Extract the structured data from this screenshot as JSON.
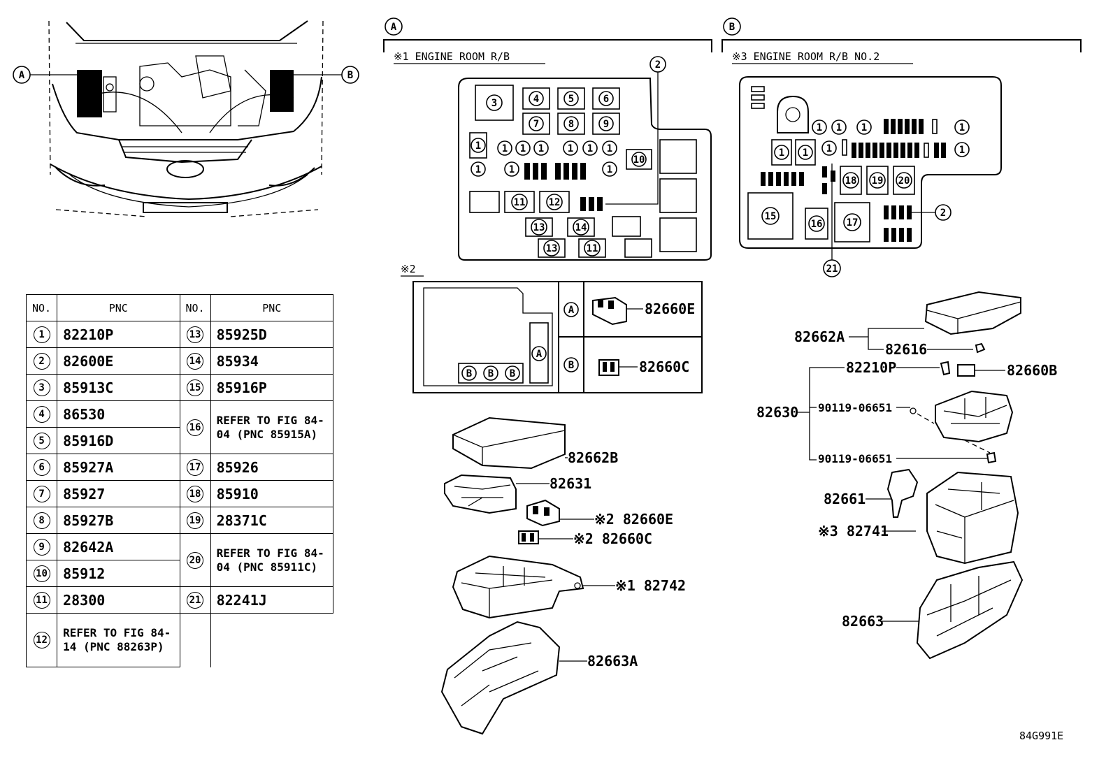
{
  "figure_code": "84G991E",
  "callouts": {
    "a": "A",
    "b": "B",
    "b_small": "B"
  },
  "section_a": {
    "letter": "A",
    "title": "※1 ENGINE ROOM R/B"
  },
  "section_b": {
    "letter": "B",
    "title": "※3 ENGINE ROOM R/B NO.2"
  },
  "note2": {
    "mark": "※2"
  },
  "table": {
    "headers": {
      "no": "NO.",
      "pnc": "PNC"
    },
    "left": [
      {
        "no": "1",
        "pnc": "82210P"
      },
      {
        "no": "2",
        "pnc": "82600E"
      },
      {
        "no": "3",
        "pnc": "85913C"
      },
      {
        "no": "4",
        "pnc": "86530"
      },
      {
        "no": "5",
        "pnc": "85916D"
      },
      {
        "no": "6",
        "pnc": "85927A"
      },
      {
        "no": "7",
        "pnc": "85927"
      },
      {
        "no": "8",
        "pnc": "85927B"
      },
      {
        "no": "9",
        "pnc": "82642A"
      },
      {
        "no": "10",
        "pnc": "85912"
      },
      {
        "no": "11",
        "pnc": "28300"
      },
      {
        "no": "12",
        "pnc": "REFER TO FIG 84-14 (PNC 88263P)"
      }
    ],
    "right": [
      {
        "no": "13",
        "pnc": "85925D"
      },
      {
        "no": "14",
        "pnc": "85934"
      },
      {
        "no": "15",
        "pnc": "85916P"
      },
      {
        "no": "16",
        "pnc": "REFER TO FIG 84-04 (PNC 85915A)"
      },
      {
        "no": "17",
        "pnc": "85926"
      },
      {
        "no": "18",
        "pnc": "85910"
      },
      {
        "no": "19",
        "pnc": "28371C"
      },
      {
        "no": "20",
        "pnc": "REFER TO FIG 84-04 (PNC 85911C)"
      },
      {
        "no": "21",
        "pnc": "82241J"
      }
    ]
  },
  "parts": {
    "p82660E_box": "82660E",
    "p82660C_box": "82660C",
    "p82662B": "82662B",
    "p82631": "82631",
    "p82660E": "※2 82660E",
    "p82660C": "※2 82660C",
    "p82742": "※1 82742",
    "p82663A": "82663A",
    "p82662A": "82662A",
    "p82616": "82616",
    "p82210P": "82210P",
    "p82660B": "82660B",
    "p82630": "82630",
    "p90119a": "90119-06651",
    "p90119b": "90119-06651",
    "p82661": "82661",
    "p82741": "※3 82741",
    "p82663": "82663"
  }
}
